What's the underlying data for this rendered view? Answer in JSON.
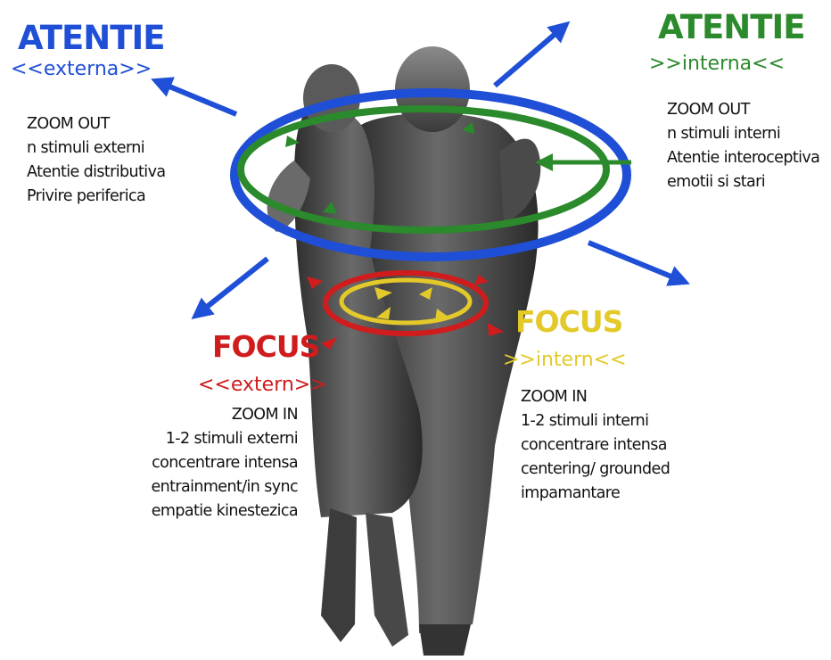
{
  "colors": {
    "external": "#1f4fd6",
    "internal": "#2b8a2b",
    "focus_external": "#d01c1c",
    "focus_internal": "#e3c92a",
    "text": "#111111"
  },
  "attention_external": {
    "title": "ATENTIE",
    "subtitle": "<<externa>>",
    "lines": [
      "ZOOM OUT",
      "n stimuli externi",
      "Atentie distributiva",
      "Privire periferica"
    ]
  },
  "attention_internal": {
    "title": "ATENTIE",
    "subtitle": ">>interna<<",
    "lines": [
      "ZOOM OUT",
      "n stimuli interni",
      "Atentie interoceptiva",
      "emotii si stari"
    ]
  },
  "focus_external": {
    "title": "FOCUS",
    "subtitle": "<<extern>>",
    "lines": [
      "ZOOM IN",
      "1-2 stimuli externi",
      "concentrare intensa",
      "entrainment/in sync",
      "empatie kinestezica"
    ]
  },
  "focus_internal": {
    "title": "FOCUS",
    "subtitle": ">>intern<<",
    "lines": [
      "ZOOM IN",
      "1-2 stimuli interni",
      "concentrare intensa",
      "centering/ grounded",
      "impamantare"
    ]
  },
  "image": {
    "subject": "statue-of-dancing-couple"
  }
}
